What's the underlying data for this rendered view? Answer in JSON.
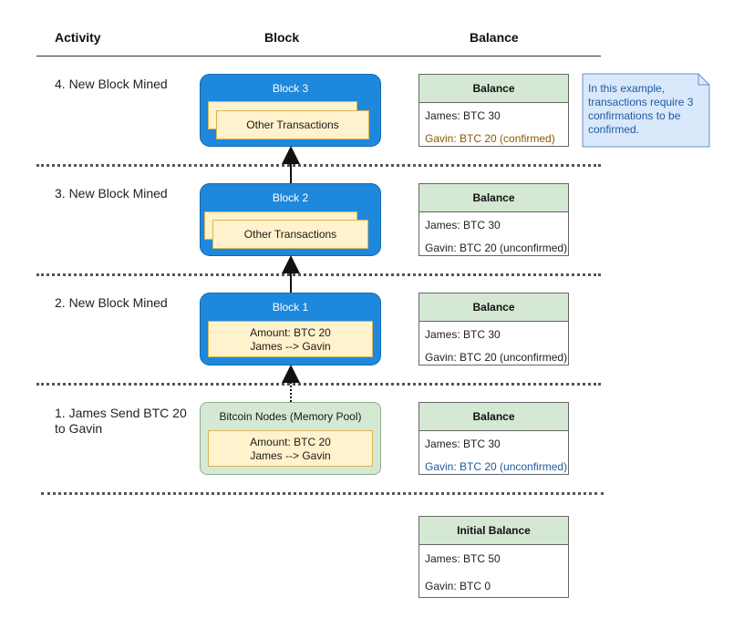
{
  "headers": {
    "activity": "Activity",
    "block": "Block",
    "balance": "Balance"
  },
  "activities": [
    "4. New Block Mined",
    "3. New Block Mined",
    "2. New Block Mined",
    "1. James Send BTC 20 to Gavin"
  ],
  "blocks": {
    "block3": {
      "title": "Block 3",
      "card": "Other Transactions"
    },
    "block2": {
      "title": "Block 2",
      "card": "Other Transactions"
    },
    "block1": {
      "title": "Block 1",
      "card_line1": "Amount: BTC 20",
      "card_line2": "James --> Gavin"
    },
    "mempool": {
      "title": "Bitcoin Nodes (Memory Pool)",
      "card_line1": "Amount: BTC 20",
      "card_line2": "James --> Gavin"
    }
  },
  "balances": [
    {
      "title": "Balance",
      "line1": "James: BTC 30",
      "line2": "Gavin: BTC 20 (confirmed)"
    },
    {
      "title": "Balance",
      "line1": "James: BTC 30",
      "line2": "Gavin: BTC 20 (unconfirmed)"
    },
    {
      "title": "Balance",
      "line1": "James: BTC 30",
      "line2": "Gavin: BTC 20 (unconfirmed)"
    },
    {
      "title": "Balance",
      "line1": "James: BTC 30",
      "line2": "Gavin: BTC 20 (unconfirmed)"
    }
  ],
  "initial_balance": {
    "title": "Initial Balance",
    "line1": "James: BTC 50",
    "line2": "Gavin: BTC 0"
  },
  "note": "In this example, transactions require 3 confirmations to be confirmed.",
  "colors": {
    "block_fill": "#1e88dc",
    "card_fill": "#fff2cc",
    "mempool_fill": "#d5e8d4",
    "balance_header_fill": "#d5e8d4",
    "note_fill": "#dae8fc",
    "confirmed_text": "#8a5a00",
    "unconfirmed_text_highlight": "#1d5a9e"
  }
}
